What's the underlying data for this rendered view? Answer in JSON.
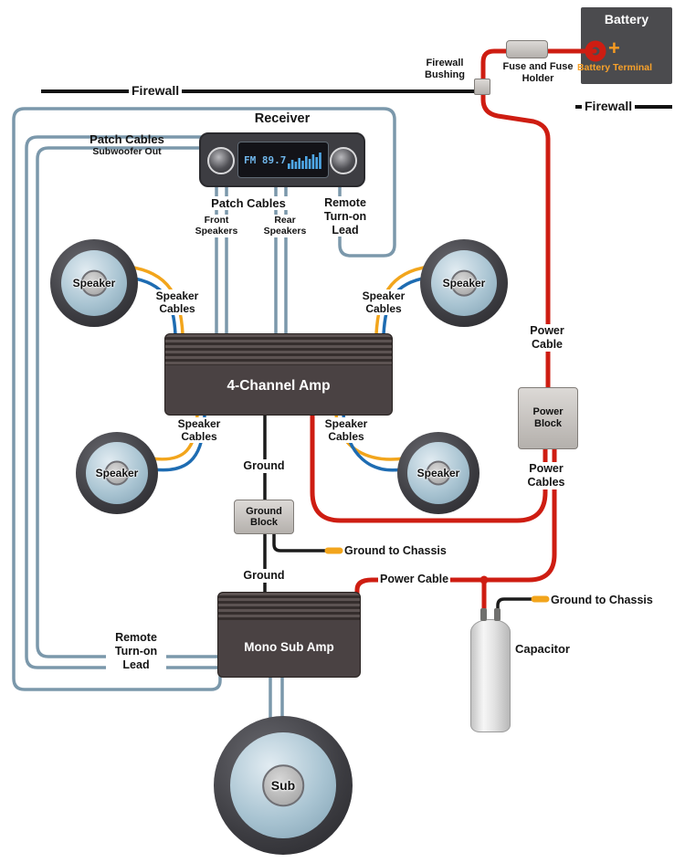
{
  "colors": {
    "power_cable_red": "#ce1d12",
    "signal_cable_blue_gray": "#7b98ab",
    "speaker_cable_yellow": "#f2a51c",
    "speaker_cable_blue": "#1e6cb2",
    "ground_wire_black": "#1b1b1b",
    "accent_orange": "#f79b22",
    "amp_body": "#4a4243",
    "block_gray": "#c9c5c1",
    "battery_box": "#4b4b4e"
  },
  "battery": {
    "title": "Battery",
    "terminal": "Battery Terminal",
    "plus": "+"
  },
  "fuse": {
    "label": "Fuse and Fuse Holder"
  },
  "firewall": {
    "left": "Firewall",
    "right": "Firewall",
    "bushing": "Firewall Bushing"
  },
  "receiver": {
    "title": "Receiver",
    "display": "FM 89.7"
  },
  "patch": {
    "subwoofer_line1": "Patch Cables",
    "subwoofer_line2": "Subwoofer Out",
    "main_title": "Patch Cables",
    "front": "Front Speakers",
    "rear": "Rear Speakers"
  },
  "remote": {
    "top": "Remote Turn-on Lead",
    "bottom": "Remote Turn-on Lead"
  },
  "speakers": {
    "label": "Speaker",
    "cables": "Speaker Cables"
  },
  "amps": {
    "four_channel": "4-Channel Amp",
    "mono_sub": "Mono Sub Amp"
  },
  "power": {
    "cable_main": "Power Cable",
    "block": "Power Block",
    "cables_out": "Power Cables",
    "cable_sub": "Power Cable"
  },
  "ground": {
    "amp": "Ground",
    "block": "Ground Block",
    "chassis_amp": "Ground to Chassis",
    "sub_amp": "Ground",
    "chassis_capacitor": "Ground to Chassis"
  },
  "capacitor": {
    "label": "Capacitor"
  },
  "subwoofer": {
    "label": "Sub"
  }
}
